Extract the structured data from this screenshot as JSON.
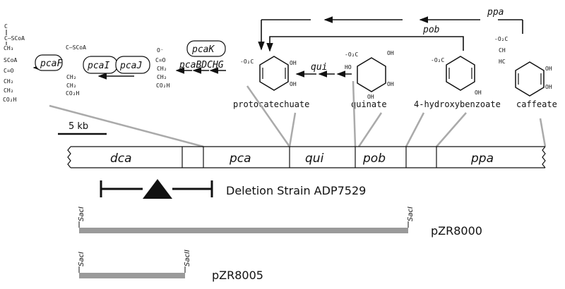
{
  "pathway": {
    "top_arrow_labels": {
      "ppa": "ppa",
      "pob": "pob",
      "qui": "qui"
    },
    "gene_boxes": {
      "pcaF": "pcaF",
      "pcaI": "pcaI",
      "pcaJ": "pcaJ",
      "pcaK": "pcaK"
    },
    "operon_label": "pcaBDCHG",
    "compounds": {
      "protocatechuate": "protocatechuate",
      "quinate": "quinate",
      "hydroxybenzoate": "4-hydroxybenzoate",
      "caffeate": "caffeate"
    },
    "chem": {
      "co2_minus": "-O₂C",
      "co2_neg": "-O₂C",
      "oh": "OH",
      "ho": "HO",
      "scoa": "SCoA",
      "c_scoa": "C–SCoA",
      "ch3": "CH₃",
      "ch2": "CH₂",
      "co2h": "CO₂H",
      "c_eq_o": "C=O",
      "o_minus": "O⁻",
      "hc": "HC",
      "ch": "CH",
      "c": "C"
    }
  },
  "map": {
    "scale_label": "5 kb",
    "regions": [
      "dca",
      "pca",
      "qui",
      "pob",
      "ppa"
    ],
    "deletion_label": "Deletion Strain ADP7529"
  },
  "plasmids": [
    {
      "name": "pZR8000",
      "left_site": "SacI",
      "right_site": "SacI"
    },
    {
      "name": "pZR8005",
      "left_site": "SacI",
      "right_site": "SacII"
    }
  ]
}
